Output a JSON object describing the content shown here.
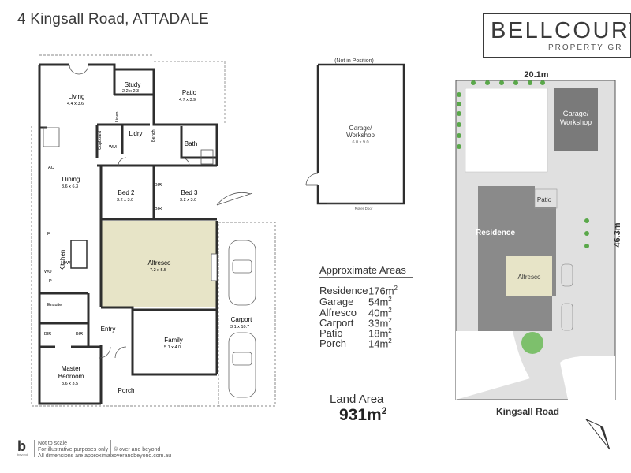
{
  "header": {
    "title": "4 Kingsall Road, ATTADALE"
  },
  "logo": {
    "main": "BELLCOURT",
    "sub": "PROPERTY GR"
  },
  "floor_plan": {
    "rooms": [
      {
        "name": "Living",
        "dims": "4.4 x 3.6"
      },
      {
        "name": "Study",
        "dims": "2.2 x 2.3"
      },
      {
        "name": "Patio",
        "dims": "4.7 x 3.9"
      },
      {
        "name": "L'dry",
        "dims": ""
      },
      {
        "name": "Bath",
        "dims": ""
      },
      {
        "name": "Dining",
        "dims": "3.6 x 6.3"
      },
      {
        "name": "Bed 2",
        "dims": "3.2 x 3.0"
      },
      {
        "name": "Bed 3",
        "dims": "3.2 x 3.0"
      },
      {
        "name": "Alfresco",
        "dims": "7.2 x 5.5"
      },
      {
        "name": "Kitchen",
        "dims": ""
      },
      {
        "name": "Entry",
        "dims": ""
      },
      {
        "name": "Family",
        "dims": "5.1 x 4.0"
      },
      {
        "name": "Carport",
        "dims": "3.1 x 10.7"
      },
      {
        "name": "Master Bedroom",
        "dims": "3.6 x 3.5"
      },
      {
        "name": "Porch",
        "dims": ""
      }
    ],
    "small_labels": [
      "Linen",
      "Cupboard",
      "WM",
      "Bench",
      "BIR",
      "BIR",
      "AC",
      "F",
      "DW",
      "WO",
      "P",
      "Ensuite",
      "BIR",
      "BIR"
    ]
  },
  "garage": {
    "note": "(Not in Position)",
    "name_line1": "Garage/",
    "name_line2": "Workshop",
    "dims": "6.0 x 9.0",
    "door": "Roller Door"
  },
  "areas": {
    "heading": "Approximate Areas",
    "rows": [
      {
        "label": "Residence",
        "value": "176m",
        "unit": "2"
      },
      {
        "label": "Garage",
        "value": "54m",
        "unit": "2"
      },
      {
        "label": "Alfresco",
        "value": "40m",
        "unit": "2"
      },
      {
        "label": "Carport",
        "value": "33m",
        "unit": "2"
      },
      {
        "label": "Patio",
        "value": "18m",
        "unit": "2"
      },
      {
        "label": "Porch",
        "value": "14m",
        "unit": "2"
      }
    ]
  },
  "land": {
    "label": "Land Area",
    "value": "931m",
    "unit": "2"
  },
  "site_plan": {
    "width_label": "20.1m",
    "depth_label": "46.3m",
    "residence": "Residence",
    "garage_line1": "Garage/",
    "garage_line2": "Workshop",
    "patio": "Patio",
    "alfresco": "Alfresco",
    "street": "Kingsall Road"
  },
  "footer": {
    "logo_char": "b",
    "logo_sub": "beyond",
    "notes": [
      "Not to scale",
      "For illustrative purposes only",
      "All dimensions are approximate"
    ],
    "credits": [
      "© over and beyond",
      "overandbeyond.com.au"
    ]
  },
  "colors": {
    "wall": "#2e2e2e",
    "alfresco_fill": "#e7e4c7",
    "residence_fill": "#8a8a8a",
    "lawn_fill": "#ffffff",
    "hedge": "#5aa84a",
    "paving": "#e0e0e0"
  }
}
